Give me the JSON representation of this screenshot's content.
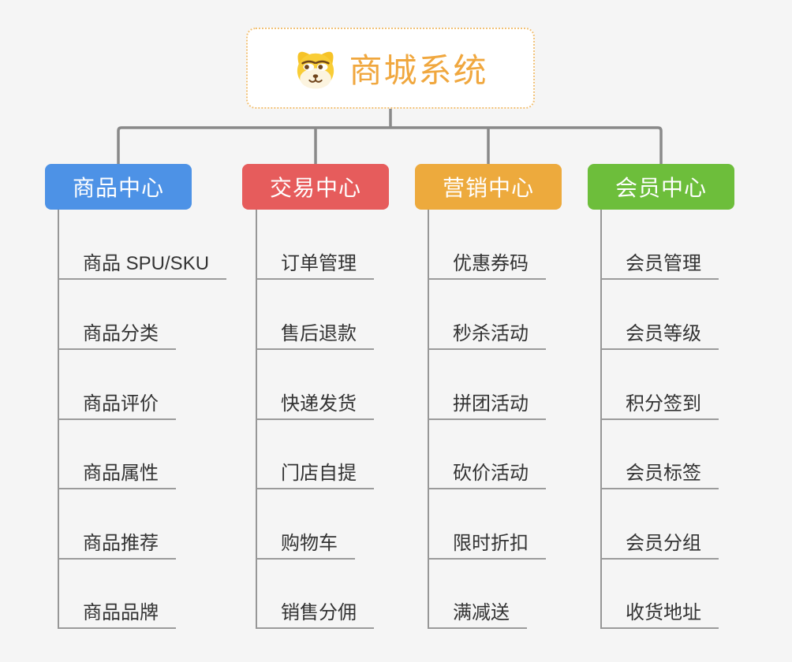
{
  "root": {
    "title": "商城系统",
    "icon": "dog-face-icon",
    "accent_color": "#F0A73E",
    "border_color": "#F1C177",
    "background": "#FFFFFF"
  },
  "branches": [
    {
      "label": "商品中心",
      "color": "#4D92E6",
      "children": [
        "商品 SPU/SKU",
        "商品分类",
        "商品评价",
        "商品属性",
        "商品推荐",
        "商品品牌"
      ]
    },
    {
      "label": "交易中心",
      "color": "#E65C5C",
      "children": [
        "订单管理",
        "售后退款",
        "快递发货",
        "门店自提",
        "购物车",
        "销售分佣"
      ]
    },
    {
      "label": "营销中心",
      "color": "#EDAA3D",
      "children": [
        "优惠券码",
        "秒杀活动",
        "拼团活动",
        "砍价活动",
        "限时折扣",
        "满减送"
      ]
    },
    {
      "label": "会员中心",
      "color": "#6DBE3B",
      "children": [
        "会员管理",
        "会员等级",
        "积分签到",
        "会员标签",
        "会员分组",
        "收货地址"
      ]
    }
  ],
  "canvas": {
    "background": "#F5F5F5",
    "connector_color": "#8A8A8A",
    "leaf_line_color": "#9B9B9B",
    "leaf_text_color": "#333333"
  }
}
